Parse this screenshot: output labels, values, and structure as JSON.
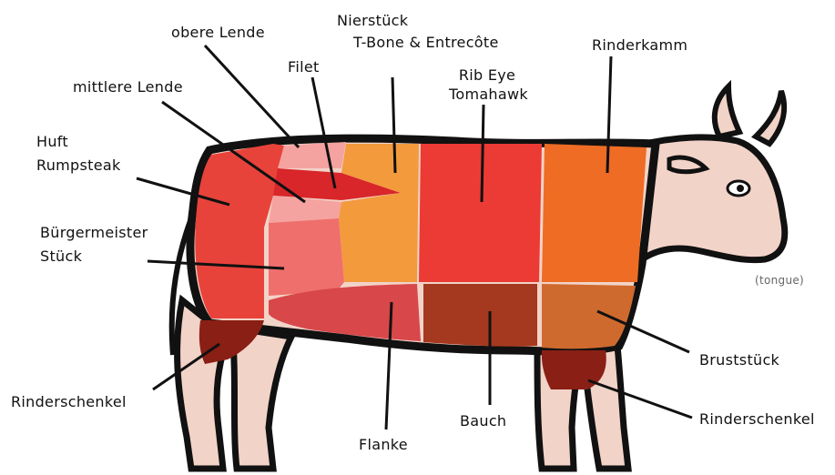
{
  "labels": {
    "obere_lende": "obere Lende",
    "nierstueck": "Nierstück",
    "tbone": "T-Bone & Entrecôte",
    "filet": "Filet",
    "rib_eye": "Rib Eye",
    "tomahawk": "Tomahawk",
    "rinderkamm": "Rinderkamm",
    "mittlere_lende": "mittlere Lende",
    "huft": "Huft",
    "rumpsteak": "Rumpsteak",
    "buergermeister": "Bürgermeister",
    "stueck": "Stück",
    "tongue": "(tongue)",
    "bruststueck": "Bruststück",
    "rinderschenkel_left": "Rinderschenkel",
    "rinderschenkel_right": "Rinderschenkel",
    "bauch": "Bauch",
    "flanke": "Flanke"
  },
  "colors": {
    "outline": "#111111",
    "skin": "#f2d3c8",
    "huft": "#e8433b",
    "obere_lende": "#f5a3a0",
    "filet": "#d8262a",
    "buergermeister": "#ef6f6d",
    "nierstueck": "#f39a3d",
    "rib_eye": "#ec3a35",
    "rinderkamm": "#ee6c24",
    "flanke": "#d8474a",
    "bauch": "#a4391f",
    "bruststueck": "#cf6a2e",
    "schenkel": "#8a1f15"
  }
}
